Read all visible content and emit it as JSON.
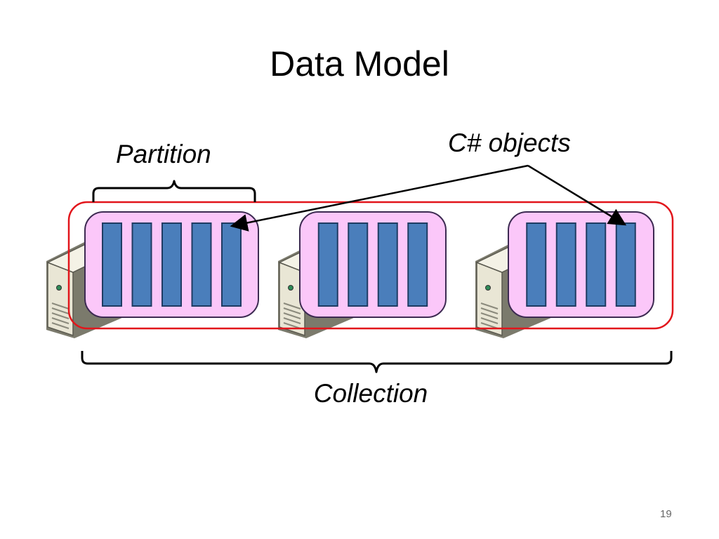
{
  "slide": {
    "title": "Data Model",
    "page_number": "19"
  },
  "labels": {
    "partition": "Partition",
    "objects": "C# objects",
    "collection": "Collection"
  },
  "partitions": [
    {
      "object_count": 5
    },
    {
      "object_count": 4
    },
    {
      "object_count": 4
    }
  ],
  "colors": {
    "collection_border": "#e2151b",
    "partition_fill": "#fbc7f9",
    "partition_border": "#3d2a52",
    "object_fill": "#4a7ebb",
    "object_border": "#1f3c63",
    "server_body": "#e9e6d5",
    "server_shadow": "#7b7a6c"
  }
}
